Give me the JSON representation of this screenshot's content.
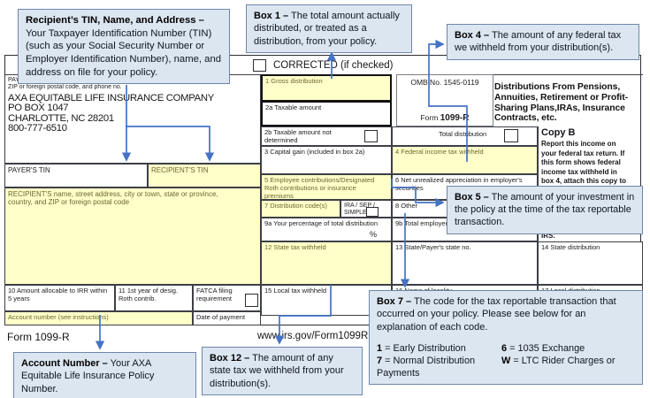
{
  "colors": {
    "connector_blue": "#4472C4",
    "highlight_yellow": "#FFFFC9",
    "callout_fill": "#DCE6F1",
    "callout_border": "#6E86A8"
  },
  "callouts": {
    "recipient_tin": {
      "lead": "Recipient’s TIN, Name, and Address –",
      "body": " Your Taxpayer Identification Number (TIN) (such as your Social Security Number or Employer Identification Number), name, and address on file for your policy."
    },
    "box1": {
      "lead": "Box 1 –",
      "body": " The total amount actually distributed, or treated as a distribution, from your policy."
    },
    "box4": {
      "lead": "Box 4 –",
      "body": " The amount of any federal tax we withheld from your distribution(s)."
    },
    "box5": {
      "lead": "Box 5 –",
      "body": " The amount of your investment in the policy at the time of the tax reportable transaction."
    },
    "box7": {
      "lead": "Box 7 –",
      "body": " The code for the tax reportable transaction that occurred on your policy. Please see below for an explanation of each code.",
      "codes": [
        {
          "code": "1",
          "text": "= Early Distribution"
        },
        {
          "code": "6",
          "text": "= 1035 Exchange"
        },
        {
          "code": "7",
          "text": "= Normal Distribution"
        },
        {
          "code": "W",
          "text": "= LTC Rider Charges or Payments"
        }
      ]
    },
    "box12": {
      "lead": "Box 12 –",
      "body": " The amount of any state tax we withheld from your distribution(s)."
    },
    "account": {
      "lead": "Account Number –",
      "body": " Your AXA Equitable Life Insurance Policy Number."
    }
  },
  "form": {
    "corrected_label": "CORRECTED (if checked)",
    "payer_label": "PAYER'S name, street address, city or town, state or province, country, ZIP or foreign postal code, and phone no.",
    "payer": {
      "name": "AXA EQUITABLE LIFE INSURANCE COMPANY",
      "line2": "PO BOX 1047",
      "line3": "CHARLOTTE, NC 28201",
      "line4": "800-777-6510"
    },
    "omb": "OMB No. 1545-0119",
    "form_word": "Form",
    "form_number": "1099-R",
    "title": "Distributions From Pensions, Annuities, Retirement or Profit-Sharing Plans,IRAs, Insurance Contracts, etc.",
    "copyb_title": "Copy B",
    "copyb_text": "Report this income on your federal tax return. If this form shows federal income tax withheld in box 4, attach this copy to your return. This information is being furnished to the",
    "copyb_irs": "IRS.",
    "payers_tin": "PAYER'S TIN",
    "recipients_tin": "RECIPIENT'S TIN",
    "recipient_name_label": "RECIPIENT'S name, street address, city or town, state or province, country, and ZIP or foreign postal code",
    "box1": "1 Gross distribution",
    "box2a": "2a Taxable amount",
    "box2b": "2b Taxable amount not determined",
    "total_distribution": "Total distribution",
    "box3": "3 Capital gain (included in box 2a)",
    "box4": "4 Federal income tax withheld",
    "box5": "5 Employee contributions/Designated Roth contributions or insurance premiums",
    "box6": "6 Net unrealized appreciation in employer's securities",
    "box7": "7 Distribution code(s)",
    "ira_sep": "IRA / SEP /",
    "simple": "SIMPLE",
    "box8": "8 Other",
    "box9a": "9a Your percentage of total distribution",
    "percent": "%",
    "box9b": "9b Total employee contributions",
    "box10": "10 Amount allocable to IRR within 5 years",
    "box11": "11 1st year of desig. Roth contrib.",
    "fatca": "FATCA filing requirement",
    "account_number": "Account number (see instructions)",
    "date_of_payment": "Date of payment",
    "box12": "12 State tax withheld",
    "box13": "13 State/Payer's state no.",
    "box14": "14 State distribution",
    "box15": "15 Local tax withheld",
    "box16": "16 Name of locality",
    "box17": "17 Local distribution"
  },
  "footer": {
    "form": "Form 1099-R",
    "url": "www.irs.gov/Form1099R"
  }
}
